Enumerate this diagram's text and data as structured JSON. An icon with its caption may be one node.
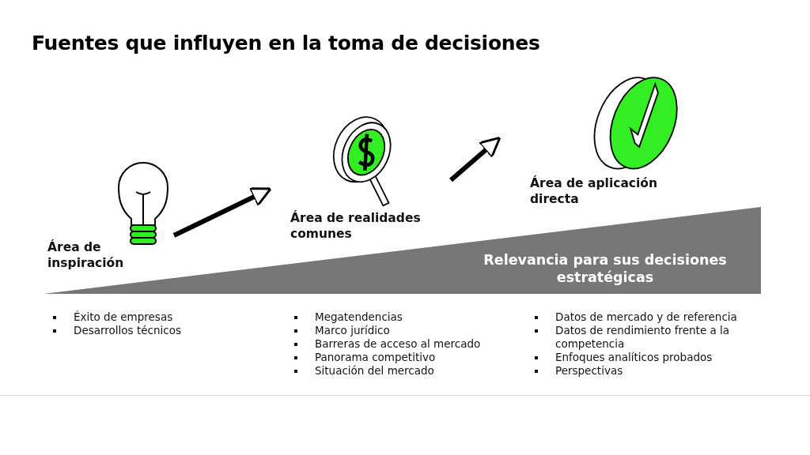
{
  "diagram": {
    "title": "Fuentes que influyen en la toma de decisiones",
    "nodes": [
      {
        "text": [
          "Área de inspiración"
        ],
        "beside": [
          "Éxito de empresas",
          "Desarrollos técnicos"
        ]
      },
      {
        "text": [
          "Área de realidades comunes"
        ],
        "beside": [
          "Megatendencias",
          "Marco jurídico",
          "Barreras de acceso al mercado",
          "Panorama competitivo",
          "Situación del mercado"
        ]
      },
      {
        "text": [
          "Área de aplicación directa"
        ],
        "beside": [
          "Datos de mercado y de referencia",
          "Datos de rendimiento frente a la competencia",
          "Enfoques analíticos probados",
          "Perspectivas"
        ]
      },
      {
        "text": [
          "Relevancia para sus decisiones estratégicas"
        ]
      }
    ],
    "edges": [
      {
        "from": 0,
        "to": 1,
        "arrow": "to"
      },
      {
        "from": 1,
        "to": 2,
        "arrow": "to"
      }
    ]
  }
}
